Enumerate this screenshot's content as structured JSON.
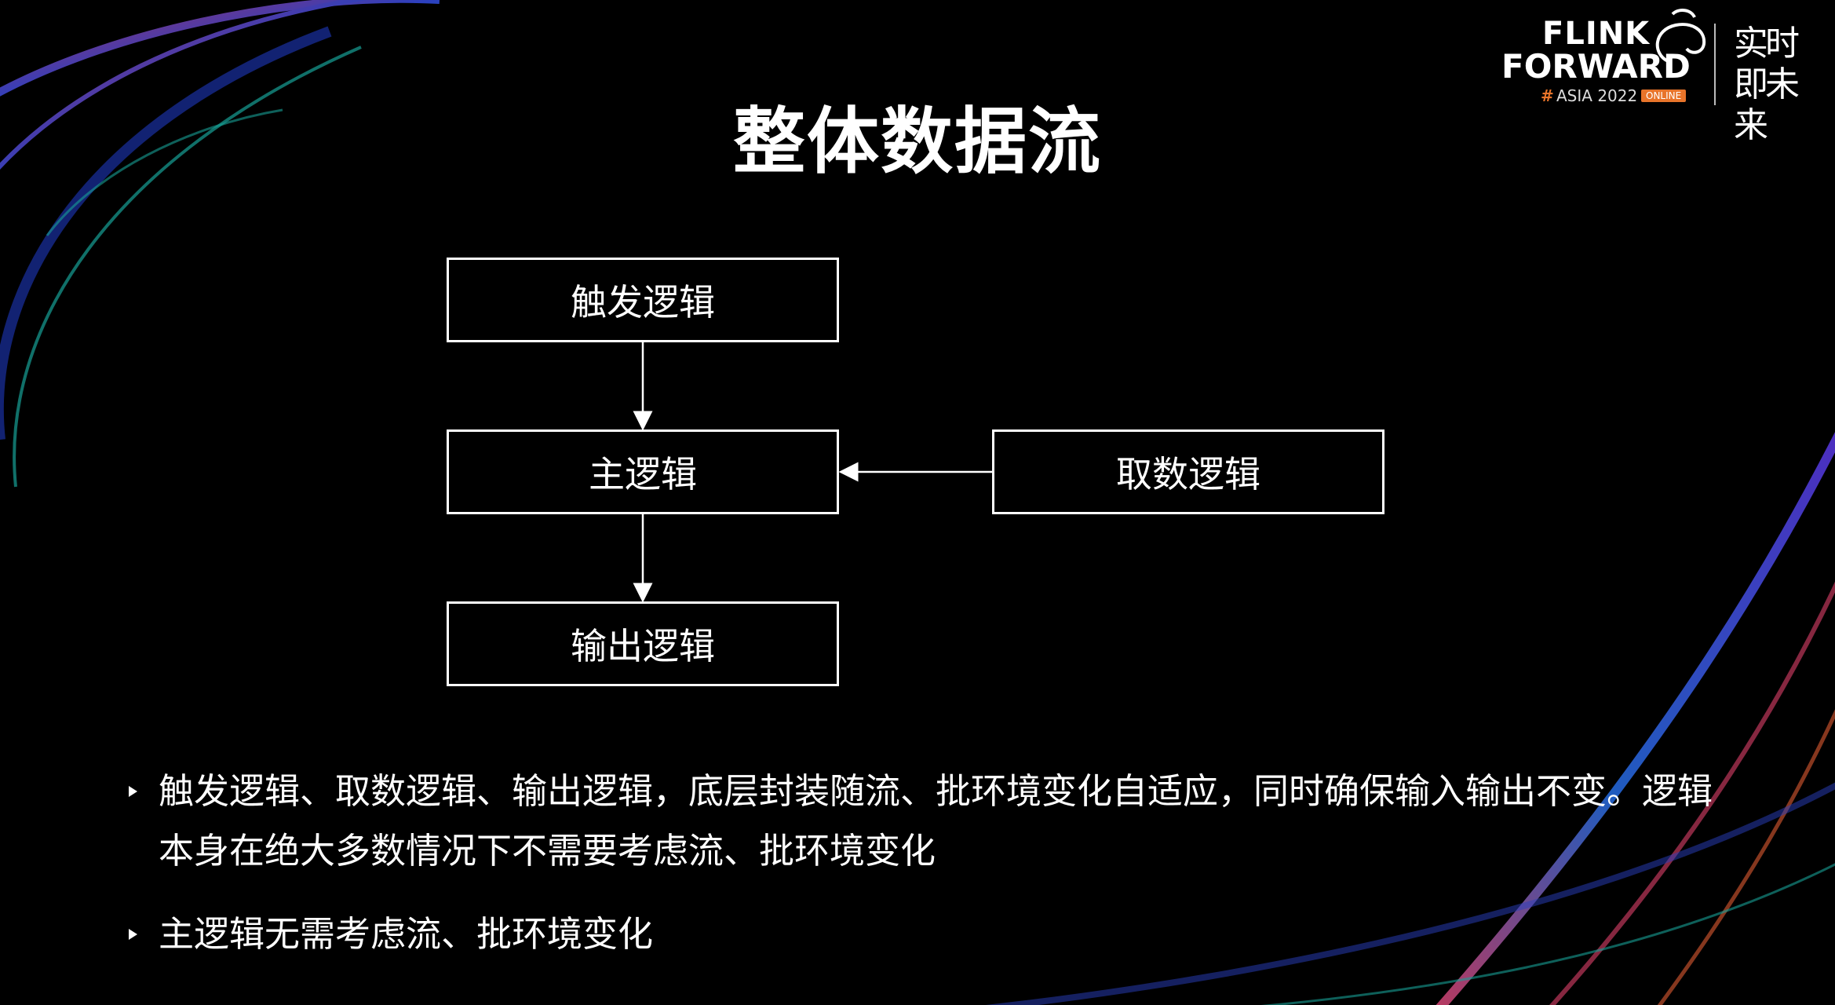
{
  "slide": {
    "title": "整体数据流"
  },
  "logo": {
    "line1": "FLINK",
    "line2": "FORWARD",
    "hash": "#",
    "event": "ASIA 2022",
    "badge": "ONLINE",
    "slogan": "实时即未来"
  },
  "diagram": {
    "nodes": [
      {
        "id": "trigger",
        "label": "触发逻辑"
      },
      {
        "id": "main",
        "label": "主逻辑"
      },
      {
        "id": "fetch",
        "label": "取数逻辑"
      },
      {
        "id": "output",
        "label": "输出逻辑"
      }
    ],
    "edges": [
      {
        "from": "trigger",
        "to": "main"
      },
      {
        "from": "fetch",
        "to": "main"
      },
      {
        "from": "main",
        "to": "output"
      }
    ]
  },
  "bullets": [
    "触发逻辑、取数逻辑、输出逻辑，底层封装随流、批环境变化自适应，同时确保输入输出不变。逻辑本身在绝大多数情况下不需要考虑流、批环境变化",
    "主逻辑无需考虑流、批环境变化"
  ],
  "colors": {
    "background": "#000000",
    "foreground": "#ffffff",
    "accent": "#e8742a"
  }
}
